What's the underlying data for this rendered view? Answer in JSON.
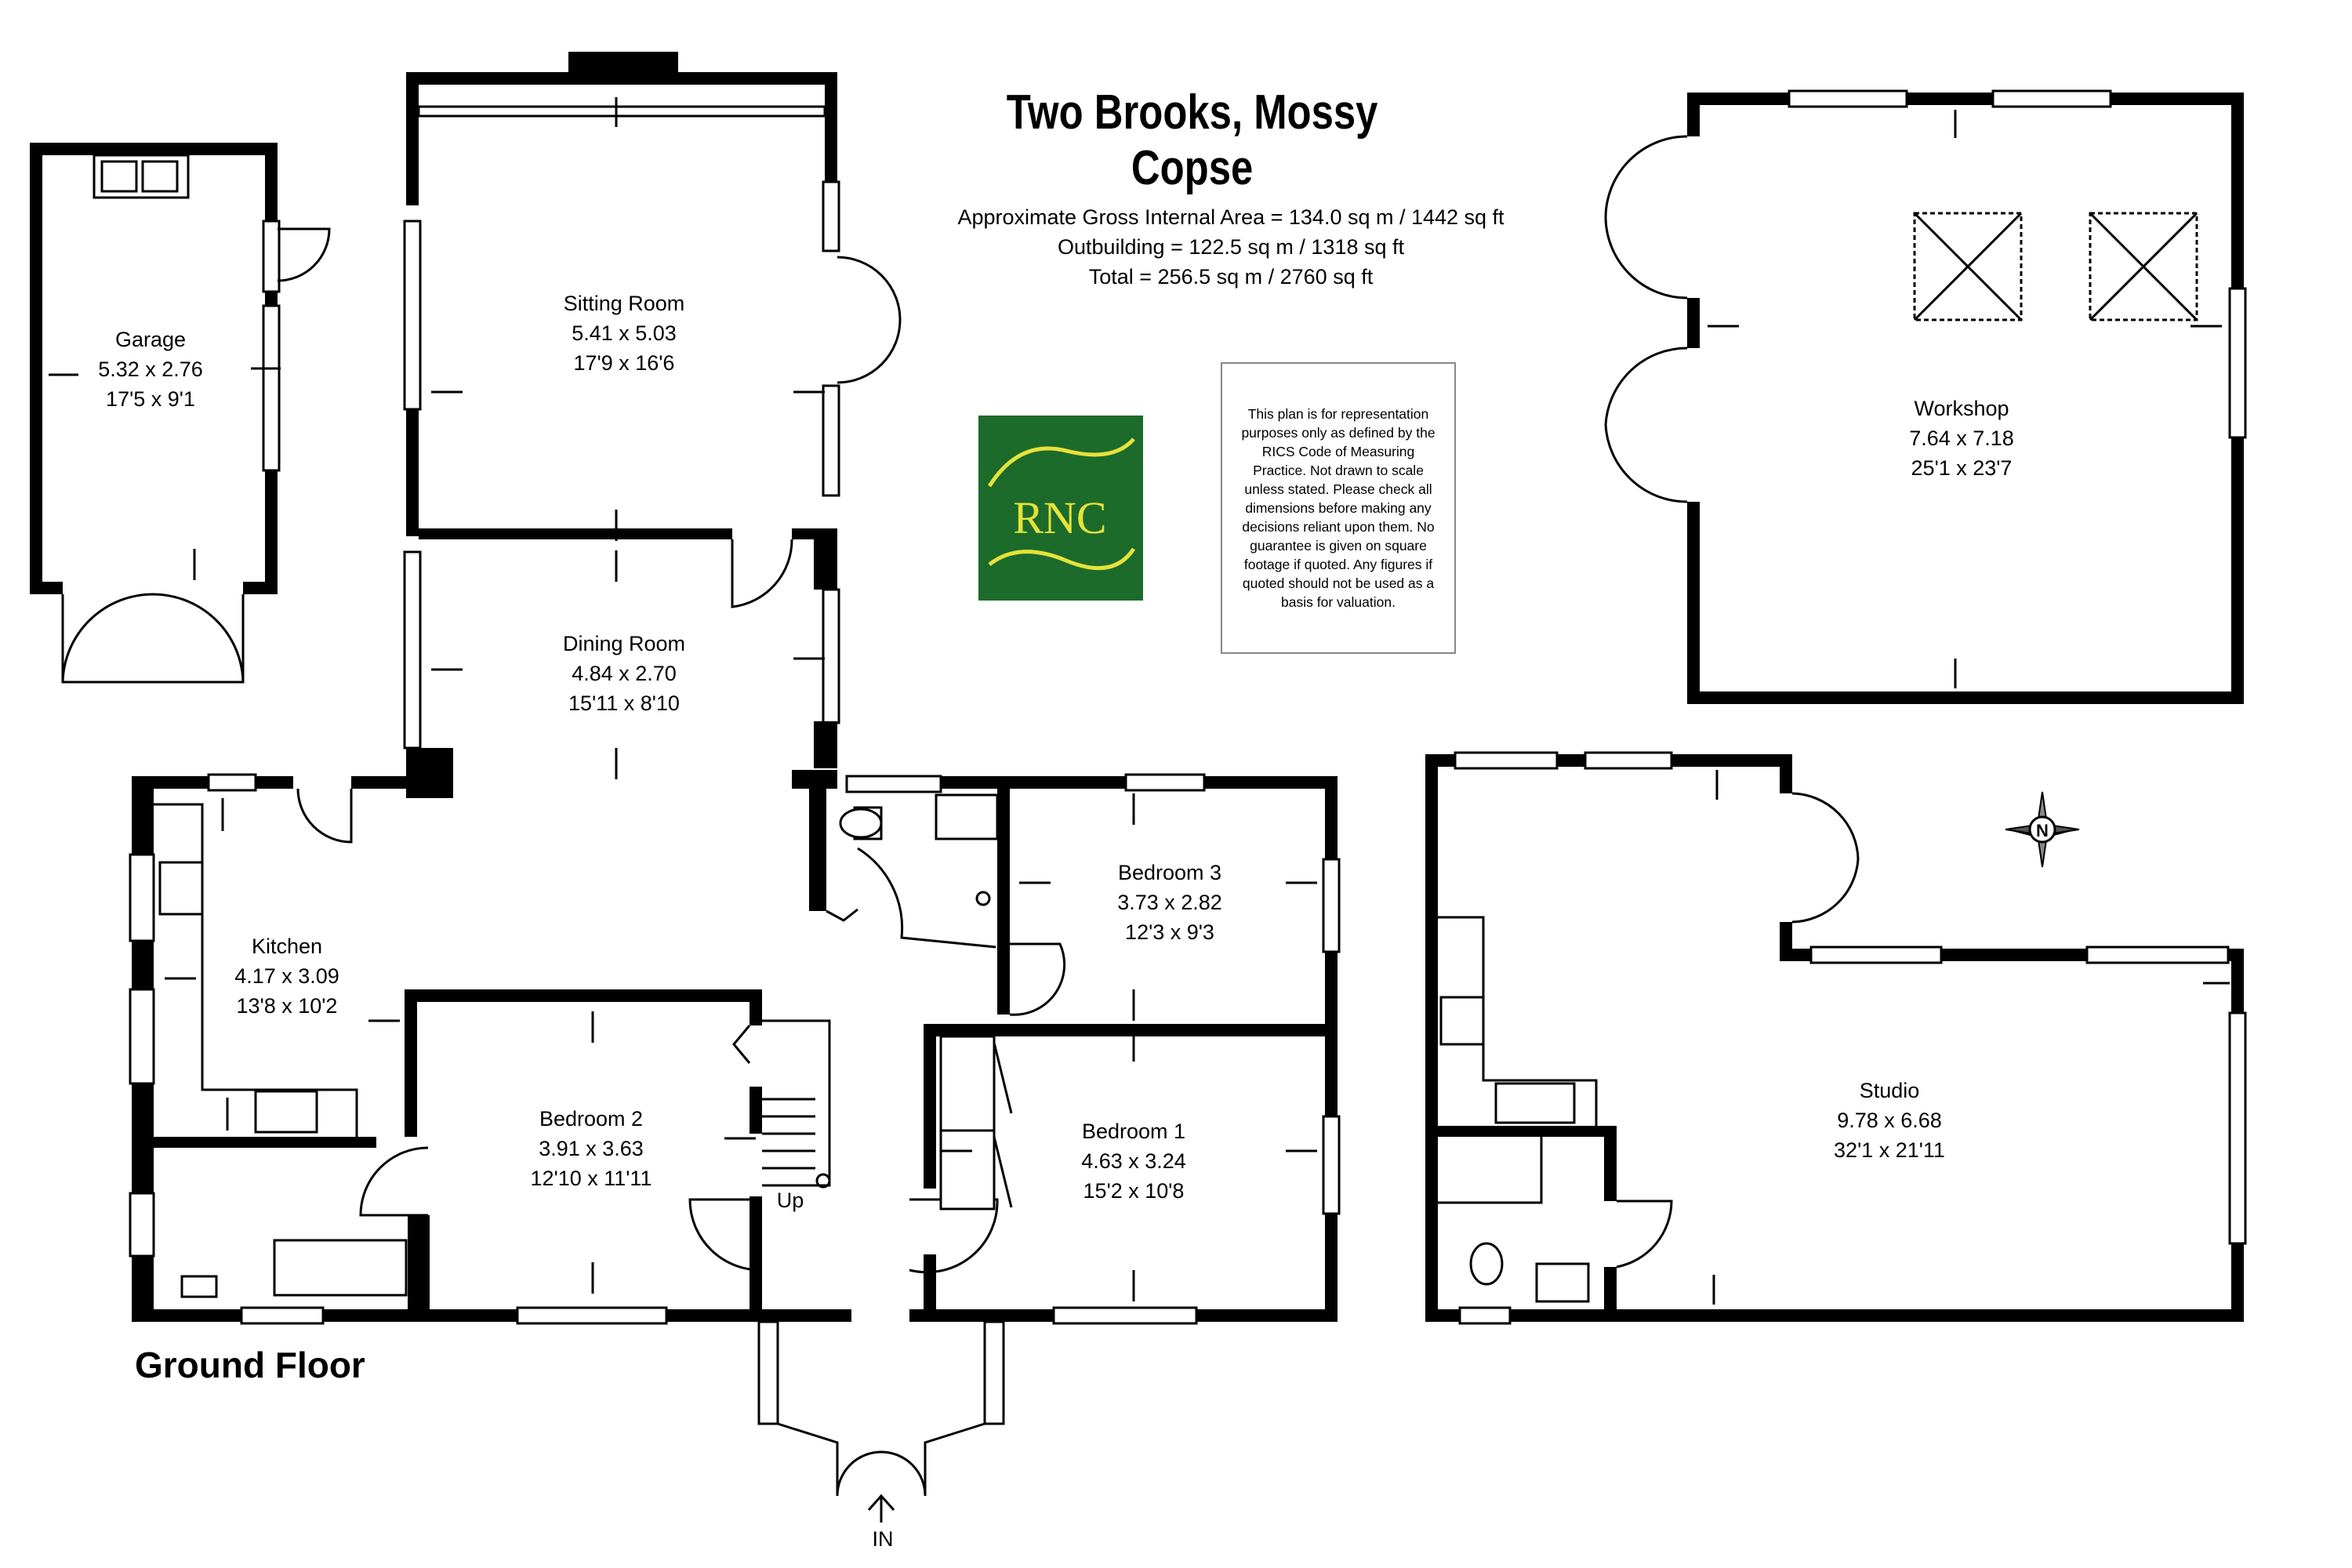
{
  "title": "Two Brooks, Mossy Copse",
  "areas": [
    "Approximate Gross Internal Area  = 134.0 sq m / 1442 sq ft",
    "Outbuilding = 122.5 sq m / 1318 sq ft",
    "Total = 256.5 sq m / 2760 sq ft"
  ],
  "disclaimer": "This plan is for representation purposes only as defined by the RICS Code of Measuring Practice. Not drawn to scale unless stated. Please check all dimensions before making any decisions reliant upon them. No guarantee is given on square footage if quoted. Any figures if quoted should not be used as a basis for valuation.",
  "logo": {
    "text": "RNC",
    "bg": "#1c6b2b",
    "fg": "#e6e23a"
  },
  "floor_label": "Ground Floor",
  "rooms": {
    "garage": {
      "name": "Garage",
      "metric": "5.32 x 2.76",
      "imperial": "17'5 x 9'1"
    },
    "sitting": {
      "name": "Sitting Room",
      "metric": "5.41 x 5.03",
      "imperial": "17'9 x 16'6"
    },
    "dining": {
      "name": "Dining Room",
      "metric": "4.84 x 2.70",
      "imperial": "15'11 x 8'10"
    },
    "kitchen": {
      "name": "Kitchen",
      "metric": "4.17 x 3.09",
      "imperial": "13'8 x 10'2"
    },
    "bedroom3": {
      "name": "Bedroom 3",
      "metric": "3.73 x 2.82",
      "imperial": "12'3 x 9'3"
    },
    "bedroom2": {
      "name": "Bedroom 2",
      "metric": "3.91 x 3.63",
      "imperial": "12'10 x 11'11"
    },
    "bedroom1": {
      "name": "Bedroom 1",
      "metric": "4.63 x 3.24",
      "imperial": "15'2 x 10'8"
    },
    "workshop": {
      "name": "Workshop",
      "metric": "7.64 x 7.18",
      "imperial": "25'1 x 23'7"
    },
    "studio": {
      "name": "Studio",
      "metric": "9.78 x 6.68",
      "imperial": "32'1 x 21'11"
    }
  },
  "labels": {
    "up": "Up",
    "in": "IN",
    "north": "N"
  }
}
